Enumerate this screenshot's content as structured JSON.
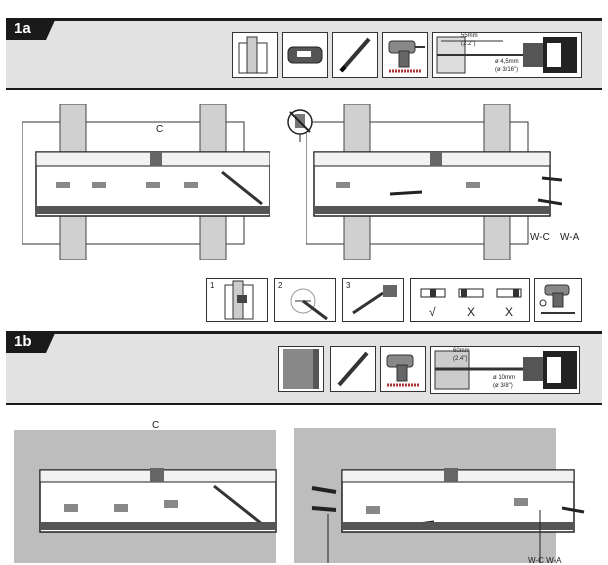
{
  "section_a": {
    "tag": "1a",
    "label_c": "C",
    "label_wc": "W-C",
    "label_wa": "W-A",
    "drill_depth": "55mm",
    "drill_depth_in": "(2.2\")",
    "drill_bit": "ø 4,5mm",
    "drill_bit_in": "(ø 3/16\")",
    "steps": [
      "1",
      "2",
      "3"
    ],
    "level_marks": [
      "√",
      "X",
      "X"
    ]
  },
  "section_b": {
    "tag": "1b",
    "label_c": "C",
    "label_wc_wa": "W-C W-A",
    "drill_depth": "60mm",
    "drill_depth_in": "(2.4\")",
    "drill_bit": "ø 10mm",
    "drill_bit_in": "(ø 3/8\")"
  }
}
